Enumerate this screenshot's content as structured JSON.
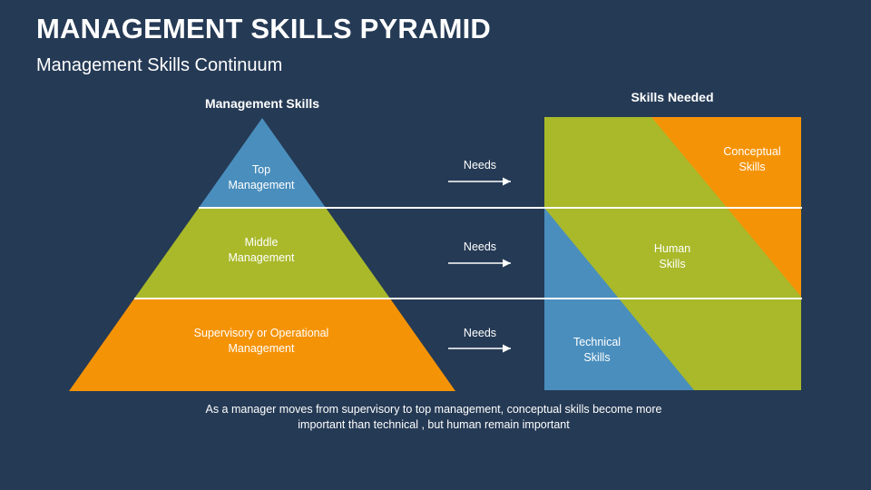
{
  "title": "MANAGEMENT SKILLS PYRAMID",
  "subtitle": "Management Skills Continuum",
  "pyramid": {
    "heading": "Management Skills",
    "levels": [
      {
        "line1": "Top",
        "line2": "Management",
        "color": "#4a8ebd"
      },
      {
        "line1": "Middle",
        "line2": "Management",
        "color": "#a9b92a"
      },
      {
        "line1": "Supervisory or  Operational",
        "line2": "Management",
        "color": "#f59307"
      }
    ]
  },
  "arrows": {
    "label": "Needs"
  },
  "skills": {
    "heading": "Skills Needed",
    "conceptual": {
      "line1": "Conceptual",
      "line2": "Skills",
      "color": "#f59307"
    },
    "human": {
      "line1": "Human",
      "line2": "Skills",
      "color": "#a9b92a"
    },
    "technical": {
      "line1": "Technical",
      "line2": "Skills",
      "color": "#4a8ebd"
    }
  },
  "caption": {
    "line1": "As a manager moves from supervisory to top management, conceptual skills become more",
    "line2": "important than technical , but human remain important"
  }
}
